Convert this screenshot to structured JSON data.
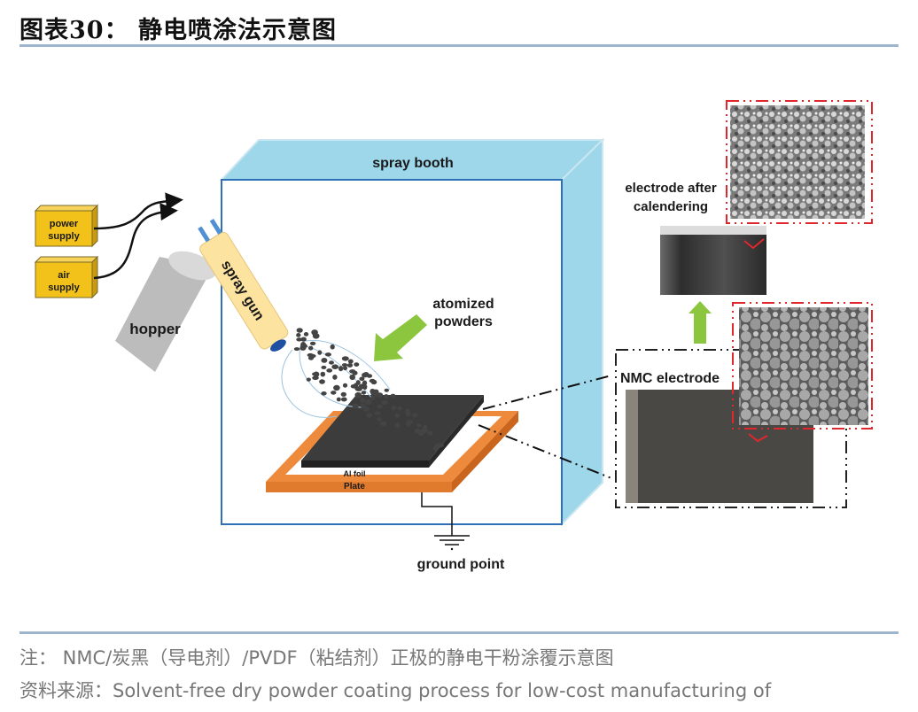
{
  "figure": {
    "title": "图表30：  静电喷涂法示意图"
  },
  "diagram": {
    "labels": {
      "spray_booth": "spray booth",
      "power_supply_line1": "power",
      "power_supply_line2": "supply",
      "air_supply_line1": "air",
      "air_supply_line2": "supply",
      "hopper": "hopper",
      "spray_gun": "spray gun",
      "atomized_line1": "atomized",
      "atomized_line2": "powders",
      "al_foil": "Al foil",
      "plate": "Plate",
      "ground_point": "ground point",
      "electrode_after_line1": "electrode after",
      "electrode_after_line2": "calendering",
      "nmc_electrode": "NMC electrode"
    },
    "colors": {
      "booth_blue": "#9ed6ea",
      "booth_edge": "#2f6fb5",
      "supply_yellow": "#f2c21b",
      "gun_yellow": "#fde3a0",
      "hopper_gray": "#b9b9b9",
      "plate_orange": "#ee8a3c",
      "electrode_dark": "#3c3c3c",
      "arrow_green": "#8cc63f",
      "sem_frame_red": "#e0272e"
    }
  },
  "footer": {
    "note": "注： NMC/炭黑（导电剂）/PVDF（粘结剂）正极的静电干粉涂覆示意图",
    "source": "资料来源：Solvent-free dry powder coating process for low-cost manufacturing of"
  }
}
